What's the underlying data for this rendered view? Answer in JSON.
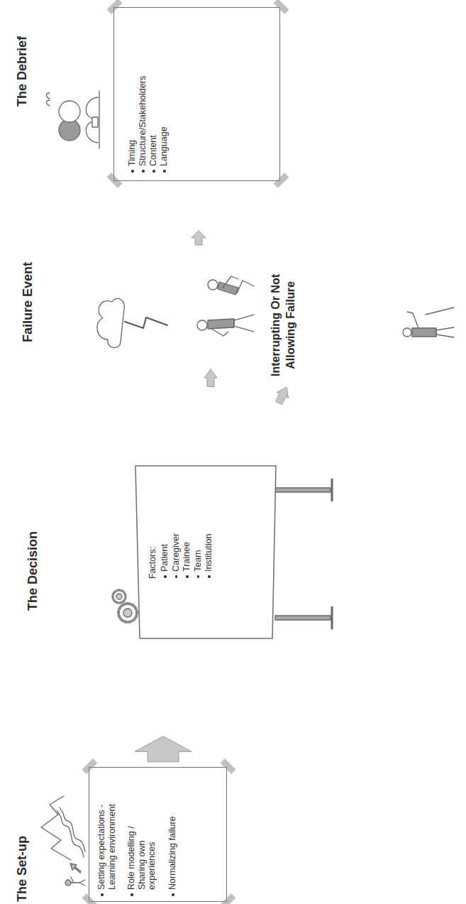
{
  "diagram": {
    "nodes": [
      {
        "text": [
          "The Set-up",
          "Setting expectations - Learning environment",
          "Role modelling / Sharing own experiences",
          "Normalizing failure"
        ]
      },
      {
        "text": [
          "The Decision",
          "Factors:",
          "Patient",
          "Caregiver",
          "Trainee",
          "Team",
          "Institution"
        ]
      },
      {
        "text": [
          "Failure Event"
        ]
      },
      {
        "text": [
          "Interrupting Or Not Allowing Failure"
        ]
      },
      {
        "text": [
          "The Debrief",
          "Timing",
          "Structure/Stakeholders",
          "Content",
          "Language"
        ]
      }
    ],
    "edges": [
      {
        "from": 0,
        "to": 1,
        "arrow": "to"
      },
      {
        "from": 1,
        "to": 2,
        "arrow": "to"
      },
      {
        "from": 1,
        "to": 3,
        "arrow": "to"
      },
      {
        "from": 2,
        "to": 4,
        "arrow": "to"
      }
    ]
  }
}
